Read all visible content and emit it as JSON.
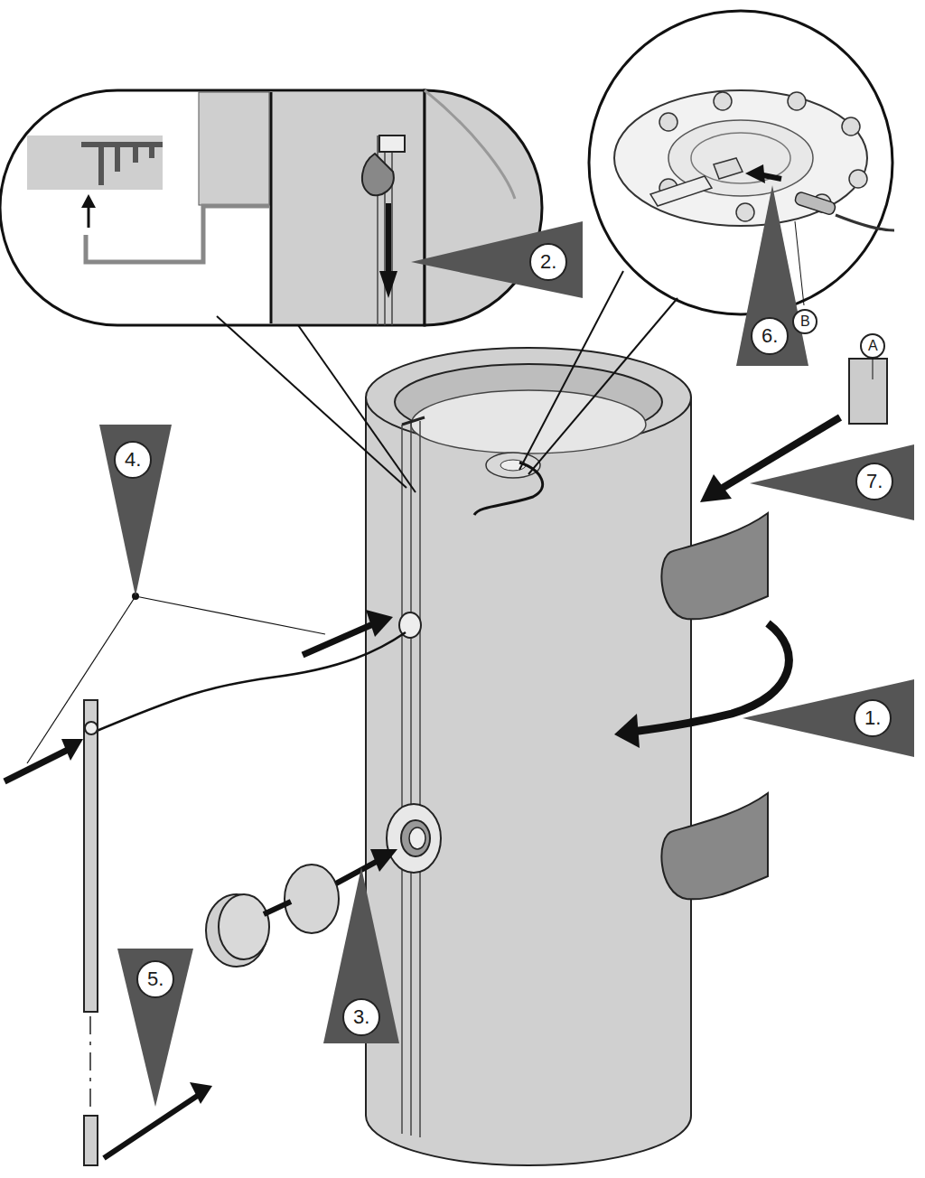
{
  "diagram": {
    "labels": [
      "2.",
      "6.",
      "B",
      "A",
      "4.",
      "7.",
      "1.",
      "3.",
      "5."
    ]
  }
}
